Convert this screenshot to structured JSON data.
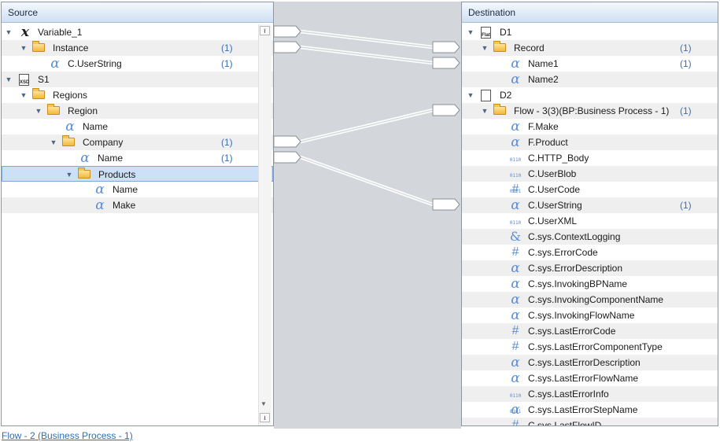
{
  "source": {
    "header": "Source",
    "rows": [
      {
        "label": "Variable_1",
        "count": "",
        "icon": "variable-icon",
        "level": 0,
        "expander": "expanded"
      },
      {
        "label": "Instance",
        "count": "(1)",
        "icon": "folder-open-icon",
        "level": 1,
        "expander": "expanded"
      },
      {
        "label": "C.UserString",
        "count": "(1)",
        "icon": "alpha-icon",
        "level": 2,
        "expander": "none"
      },
      {
        "label": "S1",
        "count": "",
        "icon": "xsd-document-icon",
        "icon_text": "XSD",
        "level": 0,
        "expander": "expanded"
      },
      {
        "label": "Regions",
        "count": "",
        "icon": "folder-open-icon",
        "level": 1,
        "expander": "expanded"
      },
      {
        "label": "Region",
        "count": "",
        "icon": "folder-open-icon",
        "level": 2,
        "expander": "expanded"
      },
      {
        "label": "Name",
        "count": "",
        "icon": "alpha-icon",
        "level": 3,
        "expander": "none"
      },
      {
        "label": "Company",
        "count": "(1)",
        "icon": "folder-open-icon",
        "level": 3,
        "expander": "expanded"
      },
      {
        "label": "Name",
        "count": "(1)",
        "icon": "alpha-icon",
        "level": 4,
        "expander": "none"
      },
      {
        "label": "Products",
        "count": "",
        "icon": "folder-open-icon",
        "level": 4,
        "expander": "expanded",
        "selected": true
      },
      {
        "label": "Name",
        "count": "",
        "icon": "alpha-icon",
        "level": 5,
        "expander": "none"
      },
      {
        "label": "Make",
        "count": "",
        "icon": "alpha-icon",
        "level": 5,
        "expander": "none"
      }
    ]
  },
  "destination": {
    "header": "Destination",
    "rows": [
      {
        "label": "D1",
        "count": "",
        "icon": "flat-document-icon",
        "icon_text": "Flat",
        "level": 0,
        "expander": "expanded"
      },
      {
        "label": "Record",
        "count": "(1)",
        "icon": "folder-open-icon",
        "level": 1,
        "expander": "expanded"
      },
      {
        "label": "Name1",
        "count": "(1)",
        "icon": "alpha-icon",
        "level": 2,
        "expander": "none"
      },
      {
        "label": "Name2",
        "count": "",
        "icon": "alpha-icon",
        "level": 2,
        "expander": "none"
      },
      {
        "label": "D2",
        "count": "",
        "icon": "flow-document-icon",
        "icon_text": "",
        "level": 0,
        "expander": "expanded"
      },
      {
        "label": "Flow - 3(3)(BP:Business Process - 1)",
        "count": "(1)",
        "icon": "folder-open-icon",
        "level": 1,
        "expander": "expanded"
      },
      {
        "label": "F.Make",
        "count": "",
        "icon": "alpha-icon",
        "level": 2,
        "expander": "none"
      },
      {
        "label": "F.Product",
        "count": "",
        "icon": "alpha-icon",
        "level": 2,
        "expander": "none"
      },
      {
        "label": "C.HTTP_Body",
        "count": "",
        "icon": "binary-icon",
        "level": 2,
        "expander": "none"
      },
      {
        "label": "C.UserBlob",
        "count": "",
        "icon": "binary-icon",
        "level": 2,
        "expander": "none"
      },
      {
        "label": "C.UserCode",
        "count": "",
        "icon": "hash-icon",
        "level": 2,
        "expander": "none"
      },
      {
        "label": "C.UserString",
        "count": "(1)",
        "icon": "alpha-icon",
        "level": 2,
        "expander": "none"
      },
      {
        "label": "C.UserXML",
        "count": "",
        "icon": "binary-icon",
        "level": 2,
        "expander": "none"
      },
      {
        "label": "C.sys.ContextLogging",
        "count": "",
        "icon": "ampersand-icon",
        "level": 2,
        "expander": "none"
      },
      {
        "label": "C.sys.ErrorCode",
        "count": "",
        "icon": "hash-icon",
        "level": 2,
        "expander": "none"
      },
      {
        "label": "C.sys.ErrorDescription",
        "count": "",
        "icon": "alpha-icon",
        "level": 2,
        "expander": "none"
      },
      {
        "label": "C.sys.InvokingBPName",
        "count": "",
        "icon": "alpha-icon",
        "level": 2,
        "expander": "none"
      },
      {
        "label": "C.sys.InvokingComponentName",
        "count": "",
        "icon": "alpha-icon",
        "level": 2,
        "expander": "none"
      },
      {
        "label": "C.sys.InvokingFlowName",
        "count": "",
        "icon": "alpha-icon",
        "level": 2,
        "expander": "none"
      },
      {
        "label": "C.sys.LastErrorCode",
        "count": "",
        "icon": "hash-icon",
        "level": 2,
        "expander": "none"
      },
      {
        "label": "C.sys.LastErrorComponentType",
        "count": "",
        "icon": "hash-icon",
        "level": 2,
        "expander": "none"
      },
      {
        "label": "C.sys.LastErrorDescription",
        "count": "",
        "icon": "alpha-icon",
        "level": 2,
        "expander": "none"
      },
      {
        "label": "C.sys.LastErrorFlowName",
        "count": "",
        "icon": "alpha-icon",
        "level": 2,
        "expander": "none"
      },
      {
        "label": "C.sys.LastErrorInfo",
        "count": "",
        "icon": "binary-icon",
        "level": 2,
        "expander": "none"
      },
      {
        "label": "C.sys.LastErrorStepName",
        "count": "",
        "icon": "alpha-icon",
        "level": 2,
        "expander": "none"
      },
      {
        "label": "C.sys.LastFlowID",
        "count": "",
        "icon": "hash-icon",
        "level": 2,
        "expander": "none"
      }
    ]
  },
  "mappings": [
    {
      "from": "Variable_1.Instance",
      "to": "D1.Record"
    },
    {
      "from": "Variable_1.Instance.C.UserString",
      "to": "D1.Record.Name1"
    },
    {
      "from": "S1.Regions.Region.Company",
      "to": "D2.Flow - 3(3)(BP:Business Process - 1)"
    },
    {
      "from": "S1.Regions.Region.Company.Name",
      "to": "D2.C.UserString"
    }
  ],
  "status": {
    "link_text": "Flow - 2 (Business Process - 1)"
  },
  "colors": {
    "accent_blue": "#5b8ed6",
    "count_blue": "#3f6fb5",
    "selected_row": "#cce0f7",
    "canvas": "#d3d7dc"
  }
}
